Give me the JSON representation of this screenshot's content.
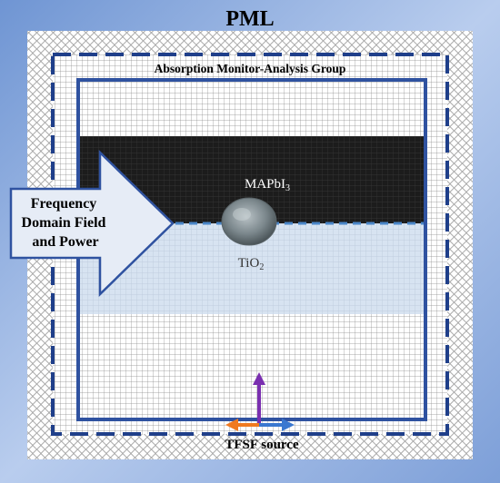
{
  "title": "PML",
  "monitor_label": "Absorption Monitor-Analysis Group",
  "layers": {
    "top": {
      "label": "MAPbI",
      "subscript": "3"
    },
    "bottom": {
      "label": "TiO",
      "subscript": "2"
    }
  },
  "arrow_label": {
    "line1": "Frequency",
    "line2": "Domain Field",
    "line3": "and Power"
  },
  "source_label": "TFSF source",
  "colors": {
    "outer_gradient": "#8aaee0",
    "border_blue": "#2f52a0",
    "dashed_blue": "#1f3f8a",
    "perovskite": "#1c1c1c",
    "tio2": "#d7e3f1",
    "interface_dash": "#4a86c8",
    "arrow_fill": "#e6ecf6",
    "arrow_stroke": "#2f52a0",
    "axis_purple": "#7a2fb0",
    "axis_orange": "#f07a20",
    "axis_blue": "#3a78d0"
  }
}
